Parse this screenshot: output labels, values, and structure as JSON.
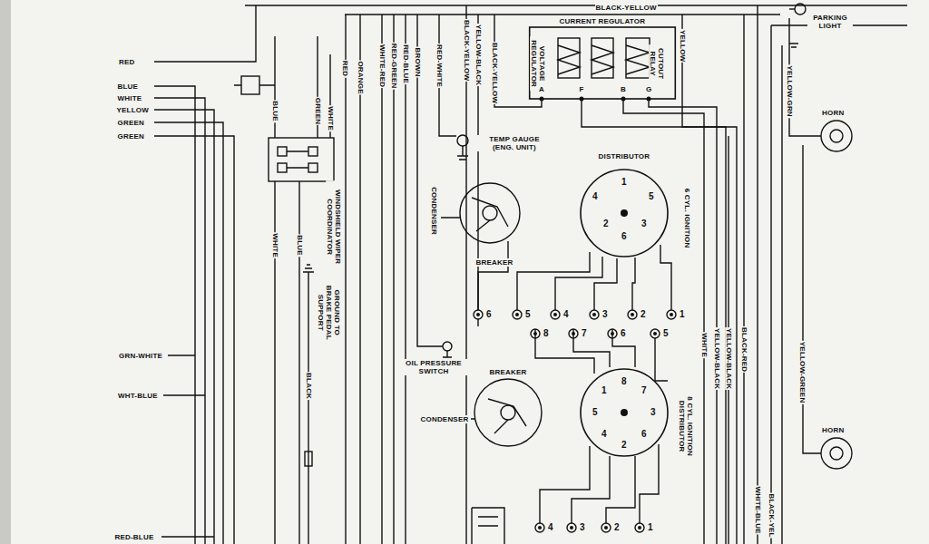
{
  "diagram": {
    "nodes": [
      {
        "text": [
          "CURRENT REGULATOR",
          "VOLTAGE REGULATOR",
          "CUTOUT RELAY",
          "A",
          "F",
          "B",
          "G"
        ]
      },
      {
        "text": [
          "4",
          "1",
          "5",
          "2",
          "6",
          "3"
        ]
      },
      {
        "text": [
          "1",
          "8",
          "7",
          "5",
          "3",
          "4",
          "6",
          "2"
        ]
      }
    ],
    "labels": [
      "BLACK-YELLOW",
      "PARKING LIGHT",
      "RED",
      "BLUE",
      "WHITE",
      "YELLOW",
      "GREEN",
      "GREEN",
      "BLUE",
      "GREEN",
      "WHITE",
      "WINDSHIELD WIPER COORDINATOR",
      "WHITE",
      "BLUE",
      "GROUND TO BRAKE PEDAL SUPPORT",
      "BLACK",
      "RED",
      "ORANGE",
      "WHITE-RED",
      "RED-GREEN",
      "RED-BLUE",
      "BROWN",
      "RED-WHITE",
      "BLACK-YELLOW",
      "YELLOW-BLACK",
      "BLACK-YELLOW",
      "YELLOW",
      "TEMP GAUGE (ENG. UNIT)",
      "CONDENSER",
      "BREAKER",
      "DISTRIBUTOR",
      "6 CYL. IGNITION",
      "OIL PRESSURE SWITCH",
      "BREAKER",
      "CONDENSER",
      "8 CYL. IGNITION DISTRIBUTOR",
      "WHITE",
      "YELLOW-BLACK",
      "YELLOW-BLACK",
      "BLACK-RED",
      "YELLOW-GRN",
      "HORN",
      "YELLOW-GREEN",
      "HORN",
      "GRN-WHITE",
      "WHT-BLUE",
      "RED-BLUE",
      "WHITE-BLUE",
      "BLACK-YEL",
      "6",
      "5",
      "4",
      "3",
      "2",
      "1",
      "8",
      "7",
      "6",
      "5",
      "4",
      "3",
      "2",
      "1"
    ]
  }
}
